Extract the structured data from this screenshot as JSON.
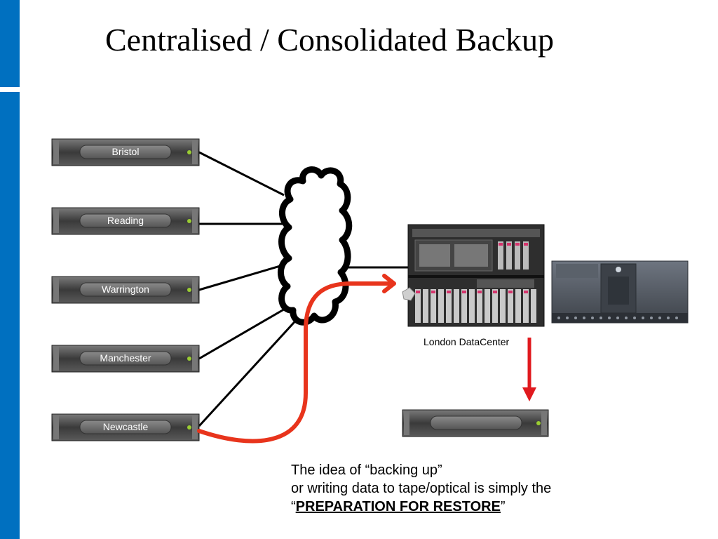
{
  "slide": {
    "title": "Centralised / Consolidated Backup"
  },
  "sites": [
    {
      "label": "Bristol"
    },
    {
      "label": "Reading"
    },
    {
      "label": "Warrington"
    },
    {
      "label": "Manchester"
    },
    {
      "label": "Newcastle"
    }
  ],
  "datacenter": {
    "label": "London DataCenter"
  },
  "note": {
    "line1": "The idea of “backing up”",
    "line2": "or writing data to tape/optical is simply the",
    "quote_open": "“",
    "emphasis": "PREPARATION FOR RESTORE",
    "quote_close": "”"
  },
  "colors": {
    "accent_bar": "#0070c0",
    "restore_path": "#e8341c",
    "backup_arrow": "#e0191e",
    "server_body": "#4a4a4a"
  },
  "icons": {
    "network": "cloud-icon",
    "datacenter": "blade-enclosure-icon",
    "library": "tape-library-icon",
    "restore_target": "rack-server-icon"
  }
}
